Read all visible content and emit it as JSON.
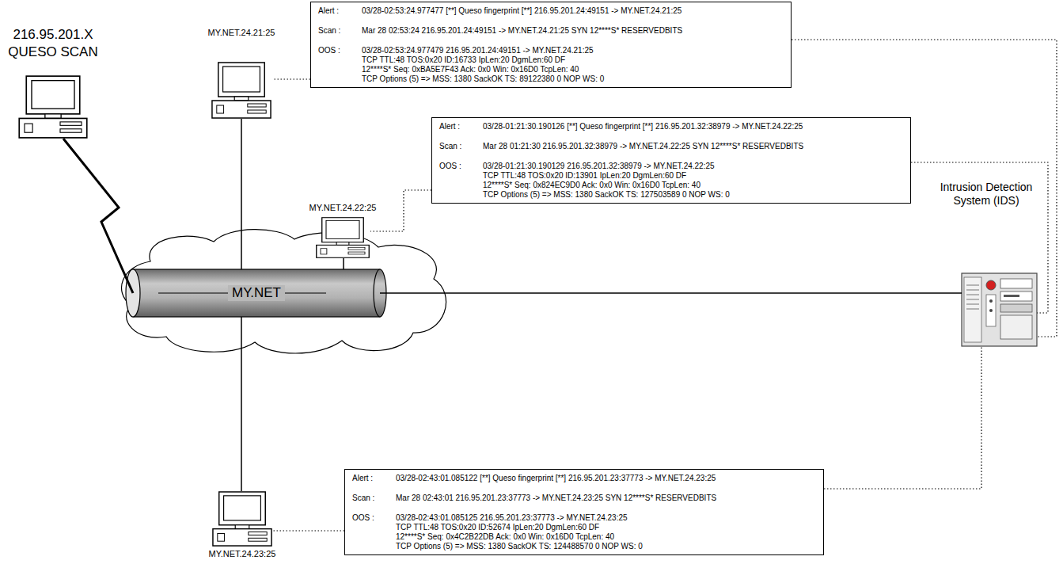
{
  "diagram": {
    "nodes": [
      {
        "text": [
          "Alert :",
          "03/28-02:53:24.977477 [**] Queso fingerprint [**] 216.95.201.24:49151 -> MY.NET.24.21:25",
          "Scan :",
          "Mar 28 02:53:24 216.95.201.24:49151 -> MY.NET.24.21:25 SYN 12****S* RESERVEDBITS",
          "OOS :",
          "03/28-02:53:24.977479 216.95.201.24:49151 -> MY.NET.24.21:25",
          "TCP TTL:48 TOS:0x20 ID:16733 IpLen:20 DgmLen:60 DF",
          "12****S* Seq: 0xBA5E7F43 Ack: 0x0 Win: 0x16D0 TcpLen: 40",
          "TCP Options (5) => MSS: 1380 SackOK TS: 89122380 0 NOP WS: 0"
        ]
      },
      {
        "text": [
          "MY.NET.24.21:25"
        ]
      },
      {
        "text": [
          "216.95.201.X",
          "QUESO SCAN"
        ]
      },
      {
        "text": [
          "Alert :",
          "03/28-01:21:30.190126 [**] Queso fingerprint [**] 216.95.201.32:38979 -> MY.NET.24.22:25",
          "Scan :",
          "Mar 28 01:21:30 216.95.201.32:38979 -> MY.NET.24.22:25 SYN 12****S* RESERVEDBITS",
          "OOS :",
          "03/28-01:21:30.190129 216.95.201.32:38979 -> MY.NET.24.22:25",
          "TCP TTL:48 TOS:0x20 ID:13901 IpLen:20 DgmLen:60 DF",
          "12****S* Seq: 0x824EC9D0 Ack: 0x0 Win: 0x16D0 TcpLen: 40",
          "TCP Options (5) => MSS: 1380 SackOK TS: 127503589 0 NOP WS: 0"
        ]
      },
      {
        "text": [
          "MY.NET.24.22:25"
        ]
      },
      {
        "text": [
          "Intrusion Detection System (IDS)"
        ]
      },
      {
        "text": [
          "MY.NET"
        ]
      },
      {
        "text": [
          "Alert :",
          "03/28-02:43:01.085122 [**] Queso fingerprint [**] 216.95.201.23:37773 -> MY.NET.24.23:25",
          "Scan :",
          "Mar 28 02:43:01 216.95.201.23:37773 -> MY.NET.24.23:25 SYN 12****S* RESERVEDBITS",
          "OOS :",
          "03/28-02:43:01.085125 216.95.201.23:37773 -> MY.NET.24.23:25",
          "TCP TTL:48 TOS:0x20 ID:52674 IpLen:20 DgmLen:60 DF",
          "12****S* Seq: 0x4C2B22DB Ack: 0x0 Win: 0x16D0 TcpLen: 40",
          "TCP Options (5) => MSS: 1380 SackOK TS: 124488570 0 NOP WS: 0"
        ]
      },
      {
        "text": [
          "MY.NET.24.23:25"
        ]
      }
    ],
    "edges": [
      {
        "from": 2,
        "to": 6,
        "arrow": "none"
      },
      {
        "from": 1,
        "to": 6,
        "arrow": "none"
      },
      {
        "from": 4,
        "to": 6,
        "arrow": "none"
      },
      {
        "from": 8,
        "to": 6,
        "arrow": "none"
      },
      {
        "from": 6,
        "to": 5,
        "arrow": "none"
      },
      {
        "from": 0,
        "to": 1,
        "arrow": "none"
      },
      {
        "from": 0,
        "to": 5,
        "arrow": "none"
      },
      {
        "from": 3,
        "to": 4,
        "arrow": "none"
      },
      {
        "from": 3,
        "to": 5,
        "arrow": "none"
      },
      {
        "from": 7,
        "to": 8,
        "arrow": "none"
      },
      {
        "from": 7,
        "to": 5,
        "arrow": "none"
      }
    ]
  }
}
